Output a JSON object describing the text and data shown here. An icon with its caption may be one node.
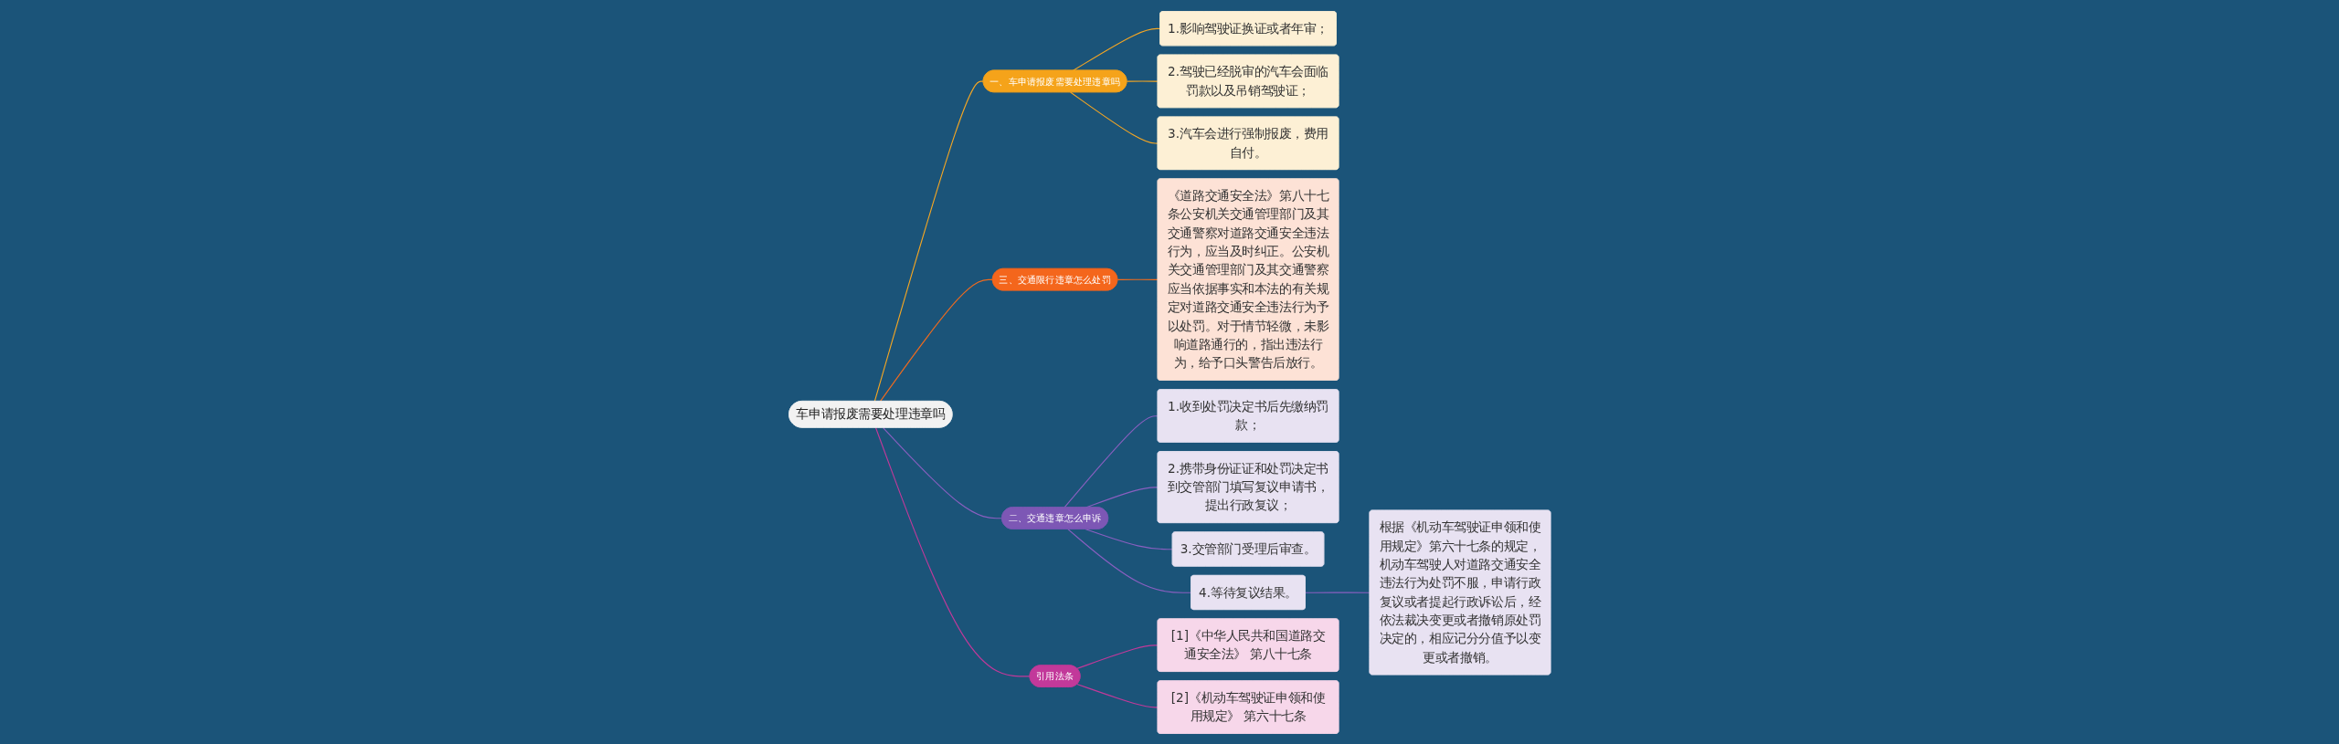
{
  "diagram": {
    "nodes": [
      {
        "text": [
          "车申请报废需要处理违章吗"
        ]
      },
      {
        "text": [
          "一、车申请报废需要处理违章吗"
        ]
      },
      {
        "text": [
          "1.影响驾驶证换证或者年审；"
        ]
      },
      {
        "text": [
          "2.驾驶已经脱审的汽车会面临罚款以及吊销驾驶证；"
        ]
      },
      {
        "text": [
          "3.汽车会进行强制报废，费用自付。"
        ]
      },
      {
        "text": [
          "三、交通限行违章怎么处罚"
        ]
      },
      {
        "text": [
          "《道路交通安全法》第八十七条公安机关交通管理部门及其交通警察对道路交通安全违法行为，应当及时纠正。公安机关交通管理部门及其交通警察应当依据事实和本法的有关规定对道路交通安全违法行为予以处罚。对于情节轻微，未影响道路通行的，指出违法行为，给予口头警告后放行。"
        ]
      },
      {
        "text": [
          "二、交通违章怎么申诉"
        ]
      },
      {
        "text": [
          "1.收到处罚决定书后先缴纳罚款；"
        ]
      },
      {
        "text": [
          "2.携带身份证证和处罚决定书到交管部门填写复议申请书，提出行政复议；"
        ]
      },
      {
        "text": [
          "3.交管部门受理后审查。"
        ]
      },
      {
        "text": [
          "4.等待复议结果。"
        ]
      },
      {
        "text": [
          "根据《机动车驾驶证申领和使用规定》第六十七条的规定，机动车驾驶人对道路交通安全违法行为处罚不服，申请行政复议或者提起行政诉讼后，经依法裁决变更或者撤销原处罚决定的，相应记分分值予以变更或者撤销。"
        ]
      },
      {
        "text": [
          "引用法条"
        ]
      },
      {
        "text": [
          "[1]《中华人民共和国道路交通安全法》 第八十七条"
        ]
      },
      {
        "text": [
          "[2]《机动车驾驶证申领和使用规定》 第六十七条"
        ]
      }
    ],
    "edges": [
      {
        "from": 0,
        "to": 1,
        "arrow": "none",
        "color": "#f5a623"
      },
      {
        "from": 1,
        "to": 2,
        "arrow": "none",
        "color": "#f5a623"
      },
      {
        "from": 1,
        "to": 3,
        "arrow": "none",
        "color": "#f5a623"
      },
      {
        "from": 1,
        "to": 4,
        "arrow": "none",
        "color": "#f5a623"
      },
      {
        "from": 0,
        "to": 5,
        "arrow": "none",
        "color": "#f26b1d"
      },
      {
        "from": 5,
        "to": 6,
        "arrow": "none",
        "color": "#f26b1d"
      },
      {
        "from": 0,
        "to": 7,
        "arrow": "none",
        "color": "#8a5fc0"
      },
      {
        "from": 7,
        "to": 8,
        "arrow": "none",
        "color": "#8a5fc0"
      },
      {
        "from": 7,
        "to": 9,
        "arrow": "none",
        "color": "#8a5fc0"
      },
      {
        "from": 7,
        "to": 10,
        "arrow": "none",
        "color": "#8a5fc0"
      },
      {
        "from": 7,
        "to": 11,
        "arrow": "none",
        "color": "#8a5fc0"
      },
      {
        "from": 11,
        "to": 12,
        "arrow": "none",
        "color": "#8a5fc0"
      },
      {
        "from": 0,
        "to": 13,
        "arrow": "none",
        "color": "#c2399a"
      },
      {
        "from": 13,
        "to": 14,
        "arrow": "none",
        "color": "#c2399a"
      },
      {
        "from": 13,
        "to": 15,
        "arrow": "none",
        "color": "#c2399a"
      }
    ]
  }
}
